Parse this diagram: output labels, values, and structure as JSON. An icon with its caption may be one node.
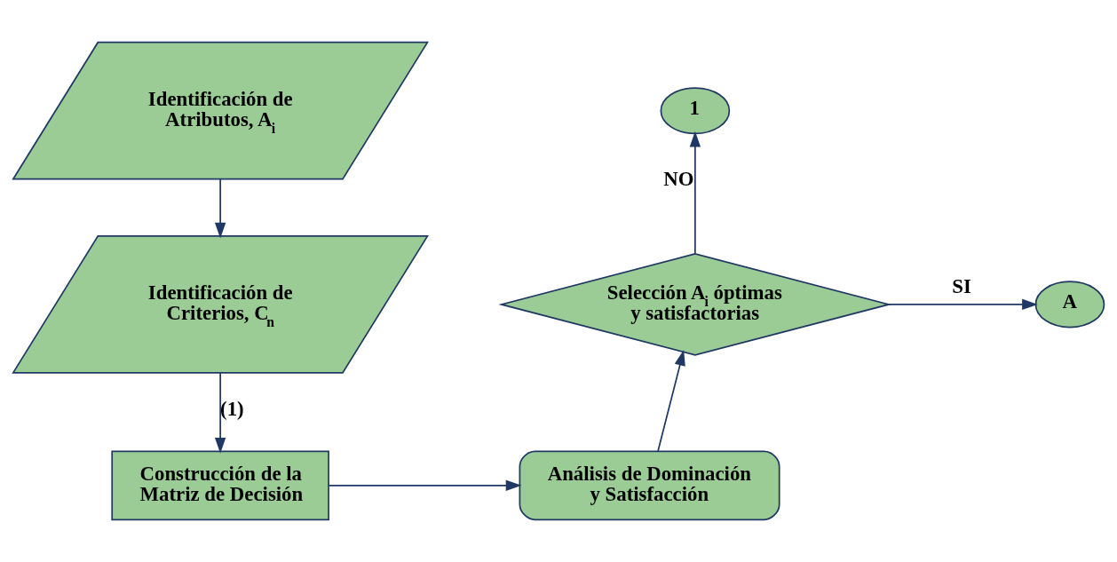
{
  "diagram": {
    "nodes": [
      {
        "text": [
          "Identificación de Atributos, A$_{i}$"
        ]
      },
      {
        "text": [
          "Identificación de Criterios, C$_{n}$"
        ]
      },
      {
        "text": [
          "Construcción de la Matriz de Decisión"
        ]
      },
      {
        "text": [
          "Análisis de Dominación y Satisfacción"
        ]
      },
      {
        "text": [
          "Selección A$_{i}$ óptimas y satisfactorias"
        ]
      },
      {
        "text": [
          "1"
        ]
      },
      {
        "text": [
          "A"
        ]
      }
    ],
    "edges": [
      {
        "from": 0,
        "to": 1,
        "arrow": "to"
      },
      {
        "from": 1,
        "to": 2,
        "arrow": "to",
        "label": "(1)"
      },
      {
        "from": 2,
        "to": 3,
        "arrow": "to"
      },
      {
        "from": 3,
        "to": 4,
        "arrow": "to"
      },
      {
        "from": 4,
        "to": 5,
        "arrow": "to",
        "label": "NO"
      },
      {
        "from": 4,
        "to": 6,
        "arrow": "to",
        "label": "SI"
      }
    ]
  }
}
